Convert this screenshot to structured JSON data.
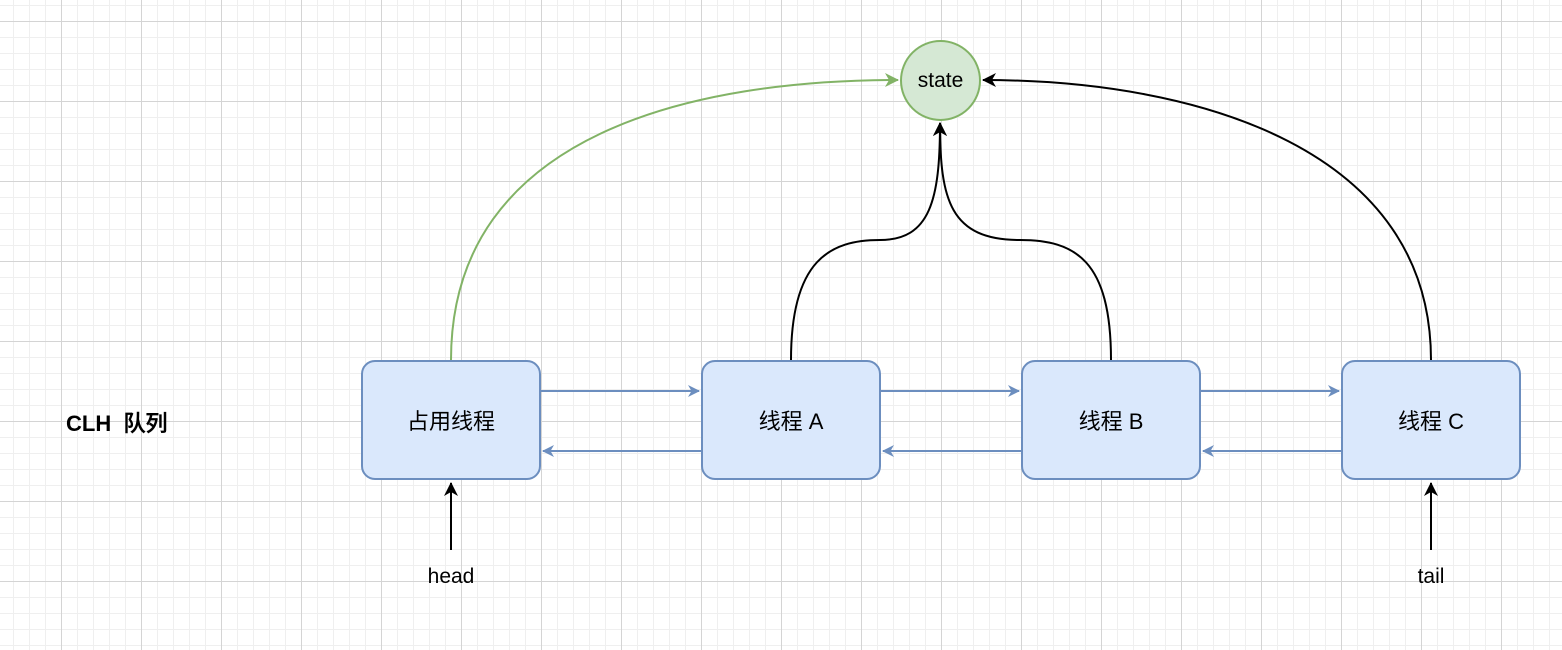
{
  "title": "CLH  队列",
  "state_label": "state",
  "nodes": [
    {
      "label": "占用线程"
    },
    {
      "label": "线程 A"
    },
    {
      "label": "线程 B"
    },
    {
      "label": "线程 C"
    }
  ],
  "pointers": {
    "head": "head",
    "tail": "tail"
  },
  "colors": {
    "node_fill": "#dae8fc",
    "node_stroke": "#6c8ebf",
    "state_fill": "#d5e8d4",
    "state_stroke": "#82b366",
    "link_arrow": "#6c8ebf",
    "owner_arrow": "#82b366",
    "waiter_arrow": "#000000"
  }
}
